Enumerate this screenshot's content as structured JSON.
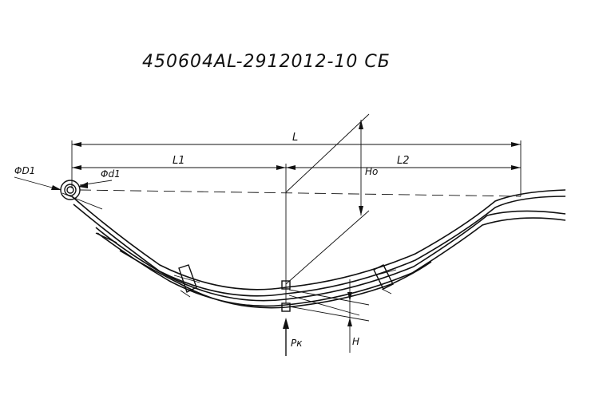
{
  "drawing": {
    "title": "450604AL-2912012-10 СБ",
    "labels": {
      "overall_length": "L",
      "length_1": "L1",
      "length_2": "L2",
      "eye_outer_diameter": "ΦD1",
      "eye_inner_diameter": "Φd1",
      "arc_height_free": "Ho",
      "arc_height_loaded": "H",
      "load": "Pк"
    }
  }
}
